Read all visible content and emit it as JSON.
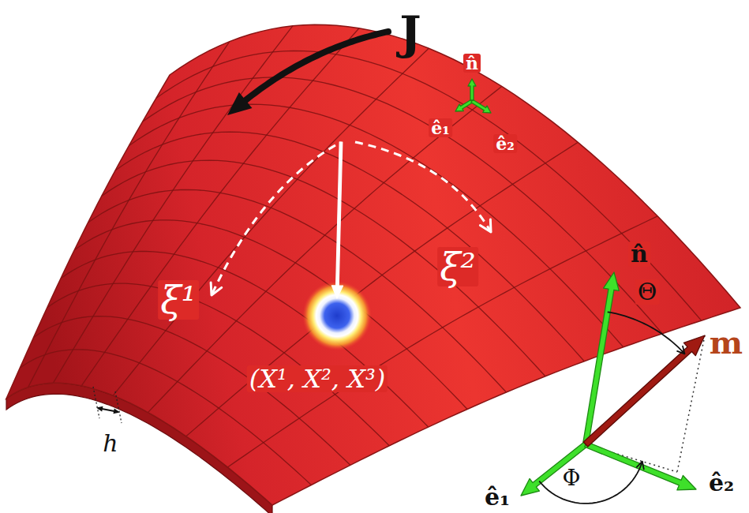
{
  "diagram": {
    "labels": [
      "J",
      "n̂",
      "ê₁",
      "ê₂",
      "ξ¹",
      "ξ²",
      "(X¹, X², X³)",
      "h",
      "n̂",
      "Θ",
      "m",
      "Φ",
      "ê₁",
      "ê₂"
    ]
  }
}
